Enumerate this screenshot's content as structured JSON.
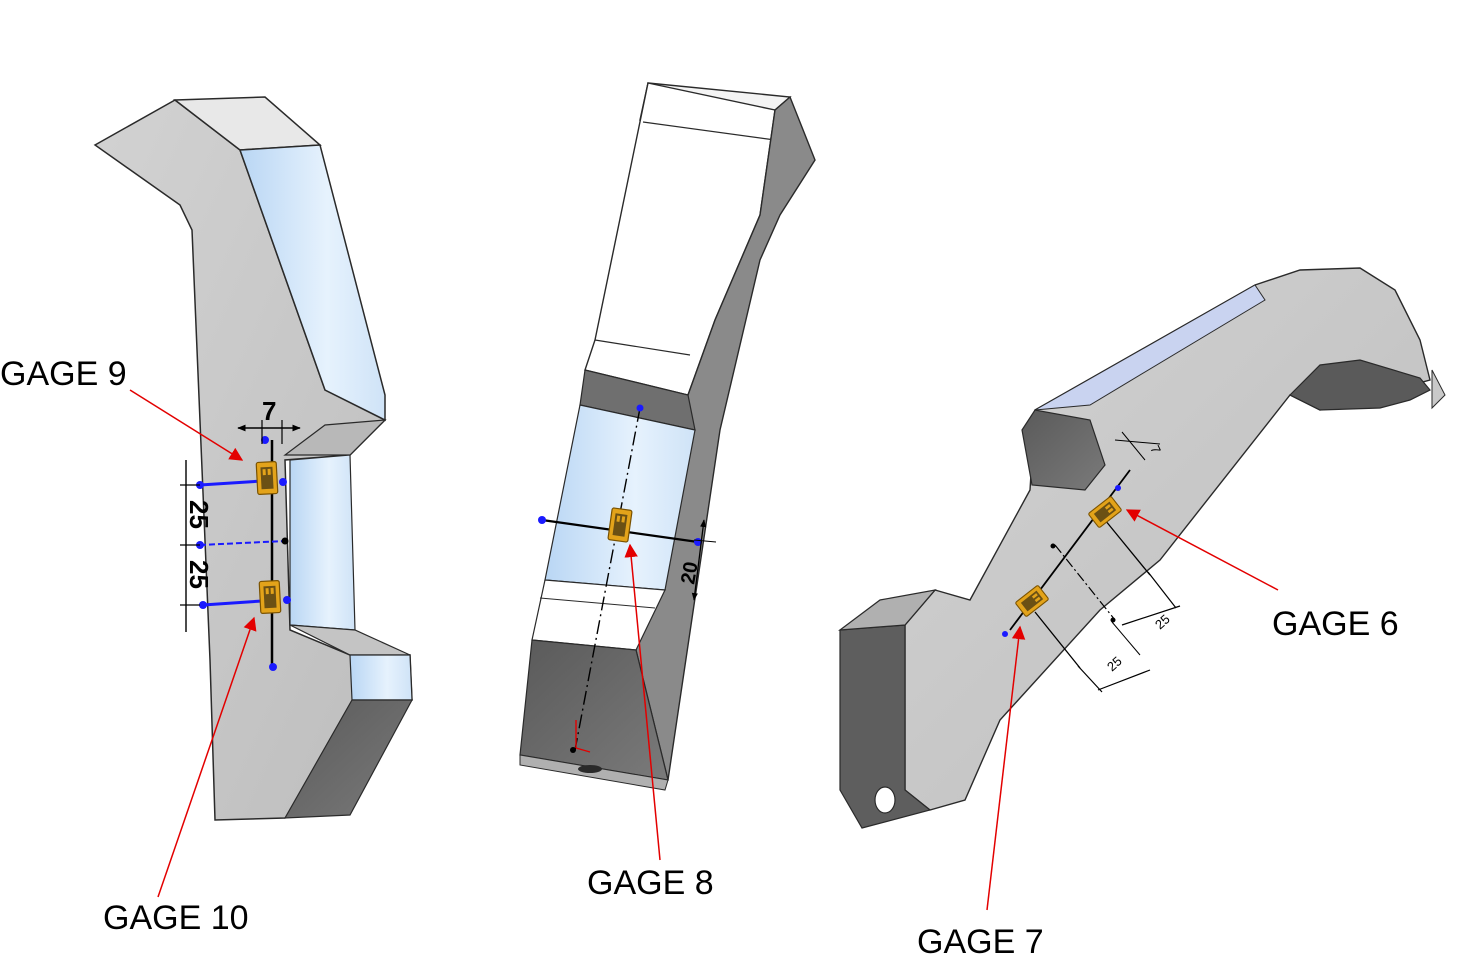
{
  "colors": {
    "face_light": "#c9c9c9",
    "face_mid": "#a9a9a9",
    "face_dark": "#6b6b6b",
    "face_darker": "#505050",
    "highlight_blue": "#cfe6fa",
    "edge": "#2a2a2a",
    "sketch_blue": "#1a1aff",
    "arrow_red": "#e30000",
    "gage_fill": "#e3a31a",
    "gage_core": "#6b5014"
  },
  "labels": {
    "gage9": "GAGE 9",
    "gage10": "GAGE 10",
    "gage8": "GAGE 8",
    "gage7": "GAGE 7",
    "gage6": "GAGE 6"
  },
  "dimensions": {
    "left_width": "7",
    "left_spacing_top": "25",
    "left_spacing_bottom": "25",
    "middle_offset": "20",
    "right_width": "7",
    "right_spacing_a": "25",
    "right_spacing_b": "25"
  },
  "icons": {
    "strain_gage": "strain-gage-icon",
    "mounting_hole": "mounting-hole-icon"
  }
}
